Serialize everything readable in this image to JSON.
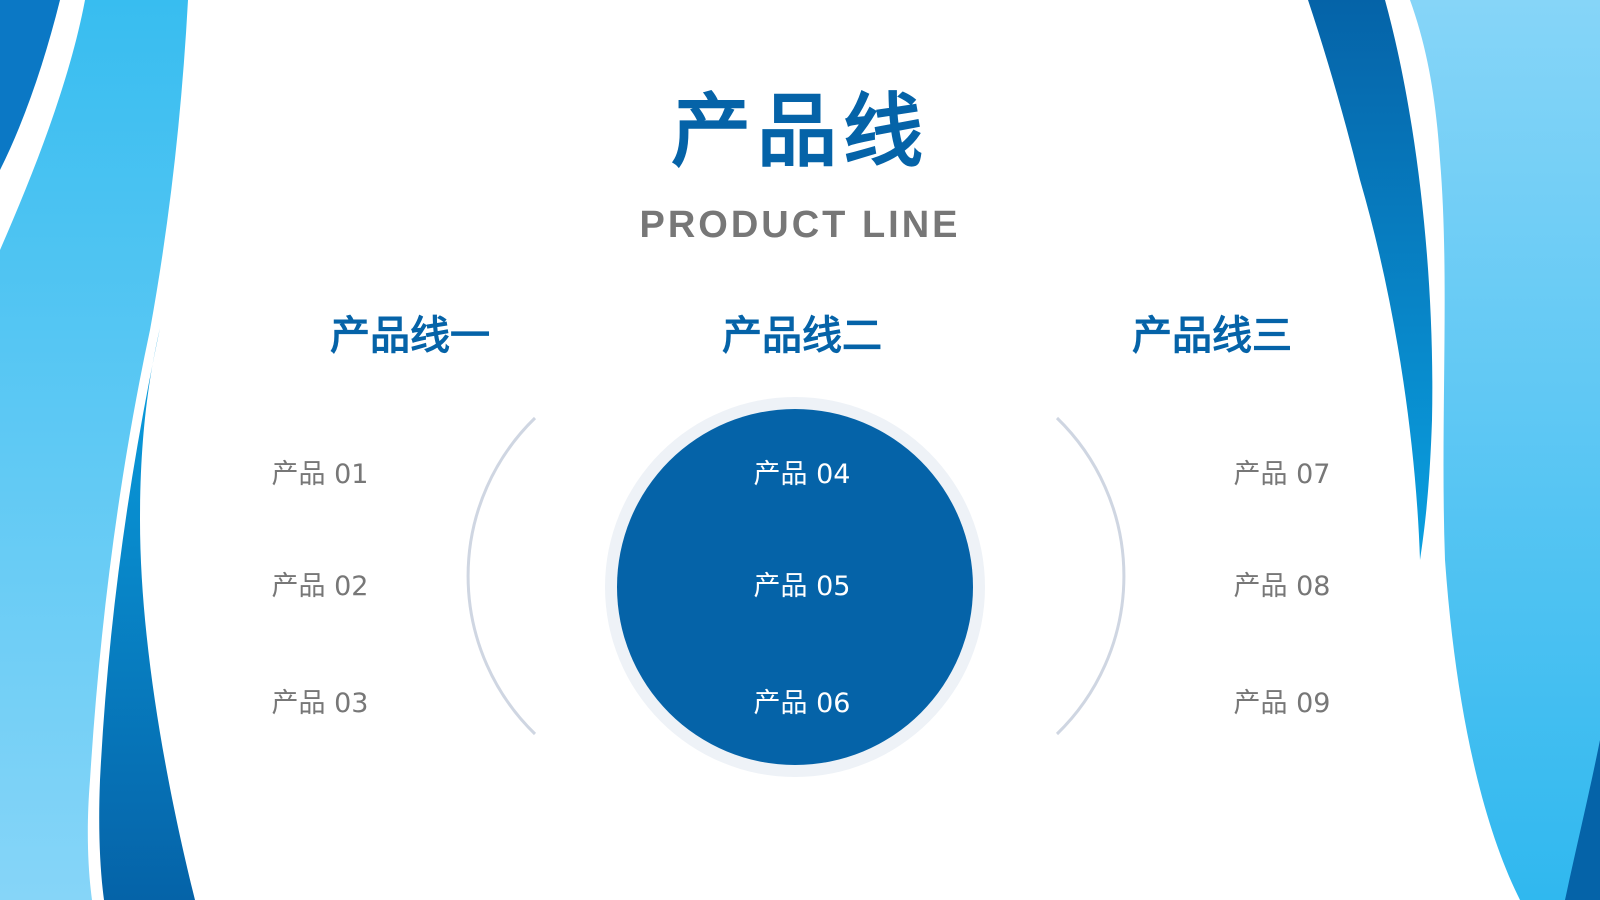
{
  "colors": {
    "primary": "#0563a8",
    "light_blue": "#38bdf0",
    "sky_blue": "#7dd3f7",
    "grey_text": "#777777",
    "arc": "#cfd6e2",
    "circle_ring": "#eef2f7",
    "white": "#ffffff"
  },
  "header": {
    "title": "产品线",
    "subtitle": "PRODUCT LINE"
  },
  "lines": [
    {
      "title": "产品线一",
      "items": [
        "产品 01",
        "产品 02",
        "产品 03"
      ]
    },
    {
      "title": "产品线二",
      "items": [
        "产品 04",
        "产品 05",
        "产品 06"
      ]
    },
    {
      "title": "产品线三",
      "items": [
        "产品 07",
        "产品 08",
        "产品 09"
      ]
    }
  ]
}
